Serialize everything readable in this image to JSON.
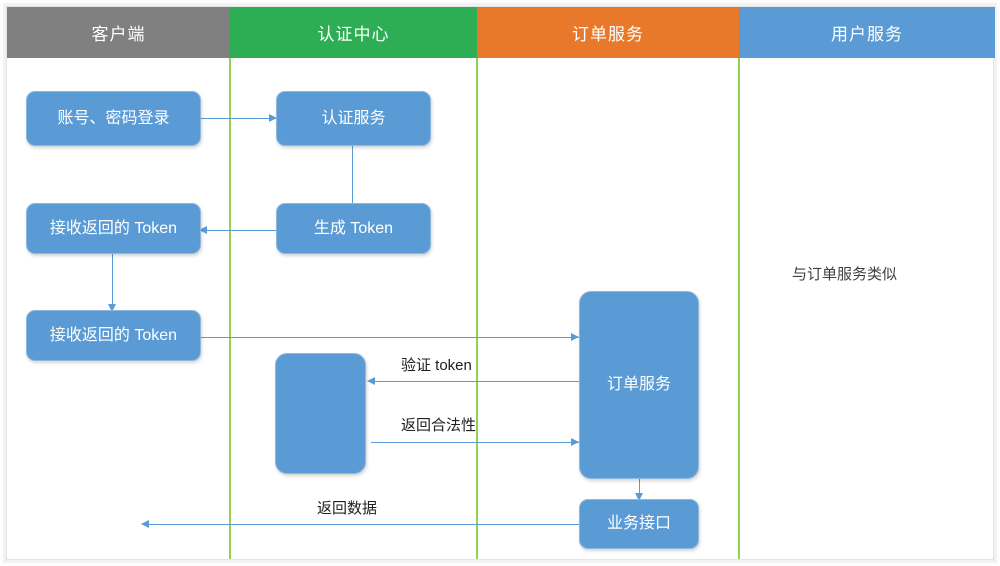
{
  "diagram": {
    "title_lanes": [
      {
        "label": "客户端",
        "color": "#808080"
      },
      {
        "label": "认证中心",
        "color": "#2eae54"
      },
      {
        "label": "订单服务",
        "color": "#e8792b"
      },
      {
        "label": "用户服务",
        "color": "#5b9bd5"
      }
    ],
    "separator_color": "#92d050",
    "node_fill": "#5b9bd5",
    "connector_color": "#5b9bd5",
    "nodes": [
      {
        "id": "login",
        "label": "账号、密码登录"
      },
      {
        "id": "auth-service",
        "label": "认证服务"
      },
      {
        "id": "receive-token-1",
        "label": "接收返回的 Token"
      },
      {
        "id": "gen-token",
        "label": "生成 Token"
      },
      {
        "id": "receive-token-2",
        "label": "接收返回的 Token"
      },
      {
        "id": "auth-validator",
        "label": ""
      },
      {
        "id": "order-service",
        "label": "订单服务"
      },
      {
        "id": "business-api",
        "label": "业务接口"
      }
    ],
    "edge_labels": [
      {
        "id": "verify-token",
        "label": "验证 token"
      },
      {
        "id": "return-valid",
        "label": "返回合法性"
      },
      {
        "id": "return-data",
        "label": "返回数据"
      }
    ],
    "notes": [
      {
        "id": "user-service-note",
        "label": "与订单服务类似"
      }
    ]
  }
}
